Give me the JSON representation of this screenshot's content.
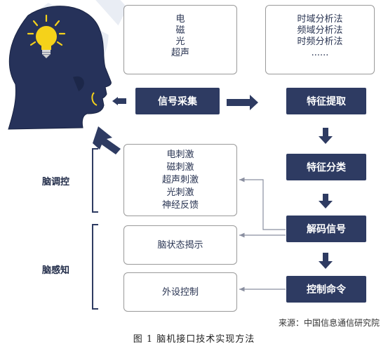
{
  "watermark": "CAICT 中国信通院",
  "top_left_box": {
    "lines": [
      "电",
      "磁",
      "光",
      "超声"
    ]
  },
  "top_right_box": {
    "lines": [
      "时域分析法",
      "频域分析法",
      "时频分析法",
      "......"
    ]
  },
  "stimulation_box": {
    "lines": [
      "电刺激",
      "磁刺激",
      "超声刺激",
      "光刺激",
      "神经反馈"
    ]
  },
  "nodes": {
    "signal_acquisition": "信号采集",
    "feature_extraction": "特征提取",
    "feature_classification": "特征分类",
    "decode_signal": "解码信号",
    "control_command": "控制命令"
  },
  "middle_boxes": {
    "brain_state": "脑状态揭示",
    "external_control": "外设控制"
  },
  "brackets": {
    "brain_regulation": "脑调控",
    "brain_perception": "脑感知"
  },
  "source": "来源：中国信息通信研究院",
  "caption": "图 1  脑机接口技术实现方法",
  "colors": {
    "node_fill": "#2e3b62",
    "head_fill": "#26325a",
    "bulb_fill": "#f5d21a",
    "thin_line": "#8a8fa0"
  }
}
